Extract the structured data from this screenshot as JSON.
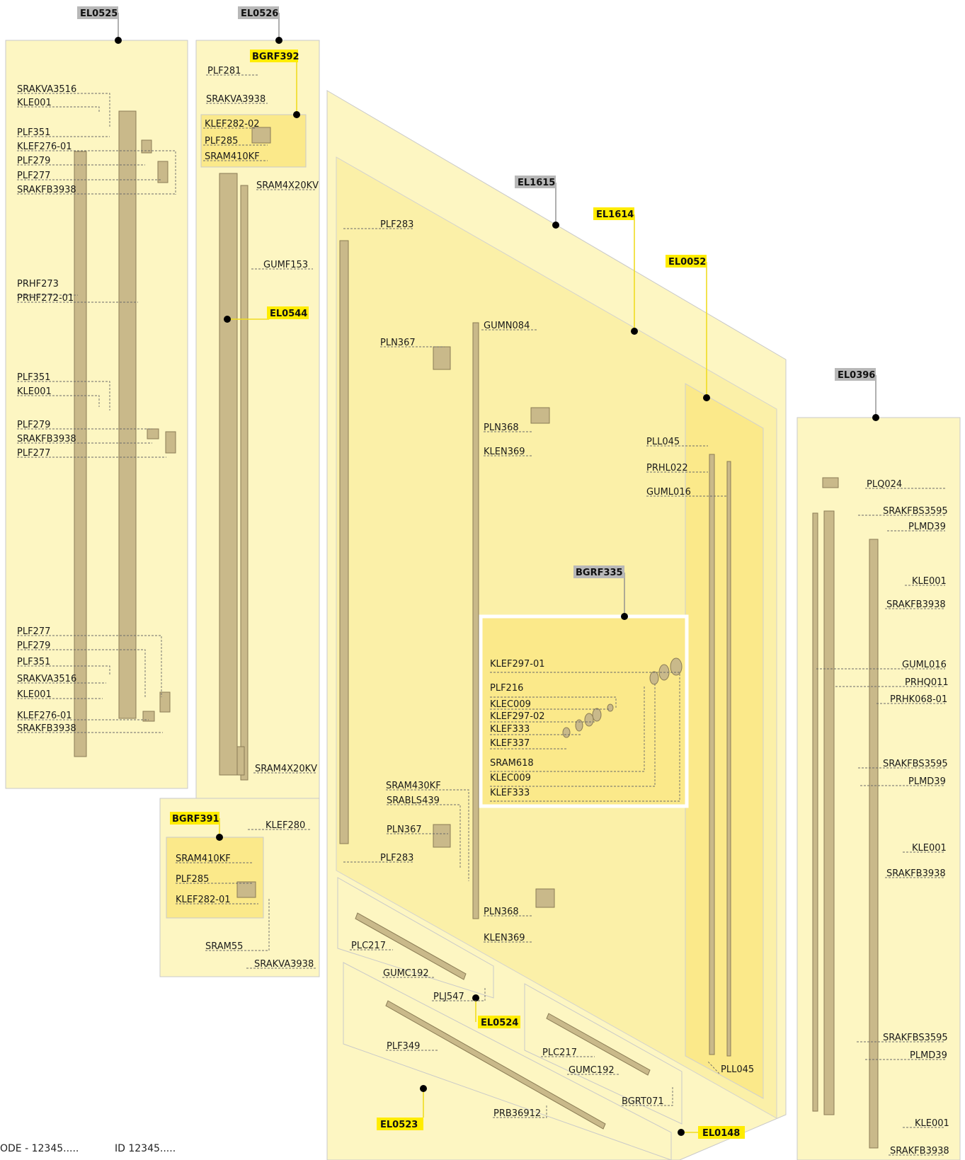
{
  "colors": {
    "panel_fill": "#fdf6c2",
    "panel_fill_deep": "#fbea8c",
    "panel_stroke": "#c9c9c9",
    "tag_gray": "#b8b8b8",
    "tag_yellow": "#ffec00",
    "part_fill": "#c9b98a",
    "part_stroke": "#8a7c55",
    "highlight_frame": "#ffffff"
  },
  "tags": [
    {
      "id": "EL0525",
      "style": "gray"
    },
    {
      "id": "EL0526",
      "style": "gray"
    },
    {
      "id": "BGRF392",
      "style": "yellow"
    },
    {
      "id": "EL0544",
      "style": "yellow"
    },
    {
      "id": "BGRF391",
      "style": "yellow"
    },
    {
      "id": "EL1615",
      "style": "gray"
    },
    {
      "id": "EL1614",
      "style": "yellow"
    },
    {
      "id": "EL0052",
      "style": "yellow"
    },
    {
      "id": "EL0396",
      "style": "gray"
    },
    {
      "id": "BGRF335",
      "style": "gray"
    },
    {
      "id": "EL0524",
      "style": "yellow"
    },
    {
      "id": "EL0523",
      "style": "yellow"
    },
    {
      "id": "EL0148",
      "style": "yellow"
    }
  ],
  "labels": {
    "p1": [
      "SRAKVA3516",
      "KLE001",
      "PLF351",
      "KLEF276-01",
      "PLF279",
      "PLF277",
      "SRAKFB3938",
      "PRHF273",
      "PRHF272-01",
      "PLF351",
      "KLE001",
      "PLF279",
      "SRAKFB3938",
      "PLF277",
      "PLF277",
      "PLF279",
      "PLF351",
      "SRAKVA3516",
      "KLE001",
      "KLEF276-01",
      "SRAKFB3938"
    ],
    "p2": [
      "PLF281",
      "SRAKVA3938",
      "KLEF282-02",
      "PLF285",
      "SRAM410KF",
      "SRAM4X20KV",
      "GUMF153",
      "SRAM4X20KV"
    ],
    "p3": [
      "KLEF280",
      "SRAM410KF",
      "PLF285",
      "KLEF282-01",
      "SRAM55",
      "SRAKVA3938"
    ],
    "door": [
      "PLF283",
      "PLN367",
      "GUMN084",
      "PLN368",
      "KLEN369",
      "PLL045",
      "PRHL022",
      "GUML016",
      "SRAM430KF",
      "SRABLS439",
      "PLN367",
      "PLF283",
      "PLN368",
      "KLEN369",
      "PLL045"
    ],
    "hinge": [
      "KLEF297-01",
      "PLF216",
      "KLEC009",
      "KLEF297-02",
      "KLEF333",
      "KLEF337",
      "SRAM618",
      "KLEC009",
      "KLEF333"
    ],
    "bottom": [
      "PLC217",
      "GUMC192",
      "PLJ547",
      "PLF349",
      "PRB36912",
      "PLC217",
      "GUMC192",
      "BGRT071"
    ],
    "right": [
      "PLQ024",
      "SRAKFBS3595",
      "PLMD39",
      "KLE001",
      "SRAKFB3938",
      "GUML016",
      "PRHQ011",
      "PRHK068-01",
      "SRAKFBS3595",
      "PLMD39",
      "KLE001",
      "SRAKFB3938",
      "SRAKFBS3595",
      "PLMD39",
      "KLE001",
      "SRAKFB3938"
    ]
  },
  "footer": {
    "code": "ODE  -  12345.....",
    "id": "ID 12345....."
  }
}
